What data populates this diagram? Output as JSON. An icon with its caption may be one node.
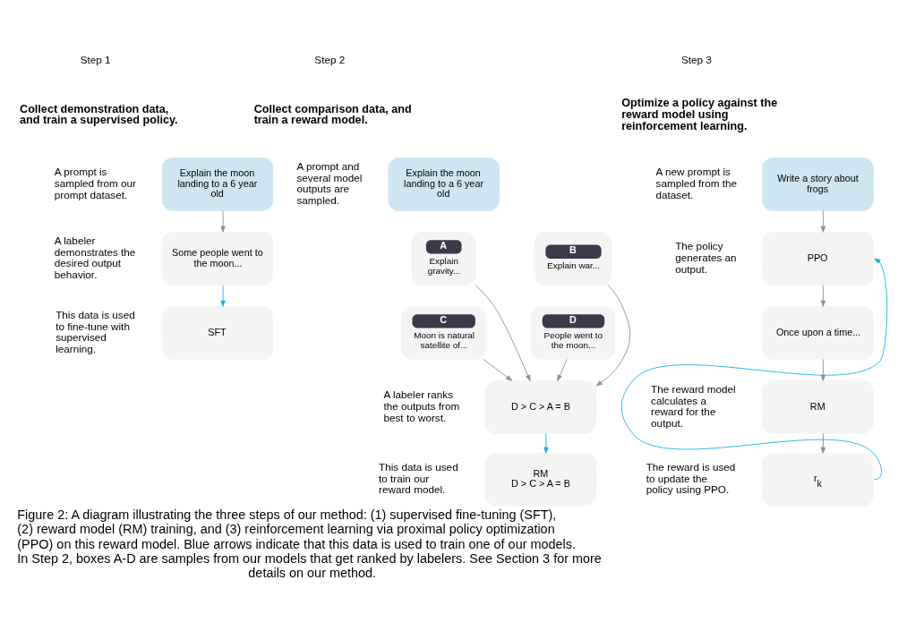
{
  "diagram": {
    "caption": "Figure 2: A diagram illustrating the three steps of our method: (1) supervised fine-tuning (SFT), (2) reward model (RM) training, and (3) reinforcement learning via proximal policy optimization (PPO) on this reward model. Blue arrows indicate that this data is used to train one of our models. In Step 2, boxes A-D are samples from our models that get ranked by labelers. See Section 3 for more details on our method.",
    "nodes": [
      {
        "text": [
          "Explain the moon landing to a 6 year old"
        ]
      },
      {
        "text": [
          "Some people went to the moon..."
        ]
      },
      {
        "text": [
          "SFT"
        ]
      },
      {
        "text": [
          "Explain the moon landing to a 6 year old"
        ]
      },
      {
        "text": [
          "A",
          "Explain gravity..."
        ]
      },
      {
        "text": [
          "B",
          "Explain war..."
        ]
      },
      {
        "text": [
          "C",
          "Moon is natural satellite of..."
        ]
      },
      {
        "text": [
          "D",
          "People went to the moon..."
        ]
      },
      {
        "text": [
          "D > C > A = B"
        ]
      },
      {
        "text": [
          "RM",
          "D > C > A = B"
        ]
      },
      {
        "text": [
          "Write a story about frogs"
        ]
      },
      {
        "text": [
          "PPO"
        ]
      },
      {
        "text": [
          "Once upon a time..."
        ]
      },
      {
        "text": [
          "RM"
        ]
      },
      {
        "text": [
          "r$_{k}$"
        ]
      }
    ],
    "edges": [
      {
        "from": 0,
        "to": 1,
        "arrow": "to"
      },
      {
        "from": 1,
        "to": 2,
        "arrow": "to",
        "color": "#1ab0f0"
      },
      {
        "from": 4,
        "to": 8,
        "arrow": "to"
      },
      {
        "from": 5,
        "to": 8,
        "arrow": "to"
      },
      {
        "from": 6,
        "to": 8,
        "arrow": "to"
      },
      {
        "from": 7,
        "to": 8,
        "arrow": "to"
      },
      {
        "from": 8,
        "to": 9,
        "arrow": "to",
        "color": "#1ab0f0"
      },
      {
        "from": 10,
        "to": 11,
        "arrow": "to"
      },
      {
        "from": 11,
        "to": 12,
        "arrow": "to"
      },
      {
        "from": 12,
        "to": 13,
        "arrow": "to"
      },
      {
        "from": 13,
        "to": 14,
        "arrow": "to"
      },
      {
        "from": 14,
        "to": 11,
        "arrow": "to",
        "color": "#1ab0f0"
      }
    ],
    "labels": [
      "Step 1",
      "Collect demonstration data, and train a supervised policy.",
      "A prompt is sampled from our prompt dataset.",
      "A labeler demonstrates the desired output behavior.",
      "This data is used to fine-tune with supervised learning.",
      "Step 2",
      "Collect comparison data, and train a reward model.",
      "A prompt and several model outputs are sampled.",
      "A labeler ranks the outputs from best to worst.",
      "This data is used to train our reward model.",
      "Step 3",
      "Optimize a policy against the reward model using reinforcement learning.",
      "A new prompt is sampled from the dataset.",
      "The policy generates an output.",
      "The reward model calculates a reward for the output.",
      "The reward is used to update the policy using PPO."
    ]
  }
}
